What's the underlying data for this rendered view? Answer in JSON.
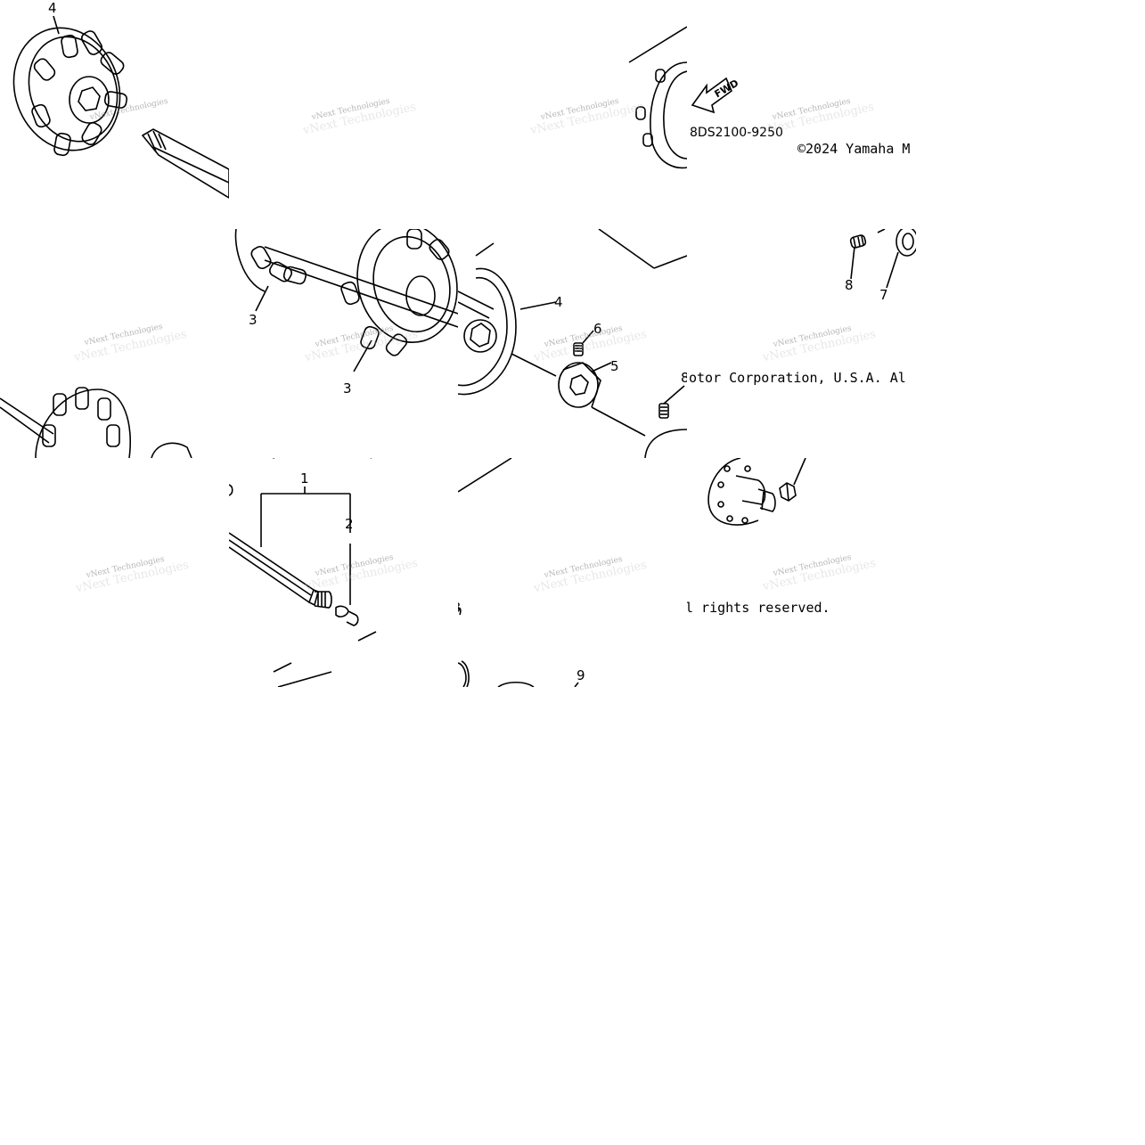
{
  "diagram": {
    "part_code": "8DS2100-9250",
    "fwd_label": "FWD",
    "copyright_line_1": "©2024 Yamaha M",
    "copyright_line_2": "otor Corporation, U.S.A. Al",
    "copyright_line_3": "l rights reserved.",
    "watermark": "vNext Technologies",
    "callouts": {
      "c4a": "4",
      "c3a": "3",
      "c3b": "3",
      "c4b": "4",
      "c6": "6",
      "c5": "5",
      "c8a": "8",
      "c8b": "8",
      "c7": "7",
      "c1": "1",
      "c2": "2",
      "c9": "9"
    }
  }
}
